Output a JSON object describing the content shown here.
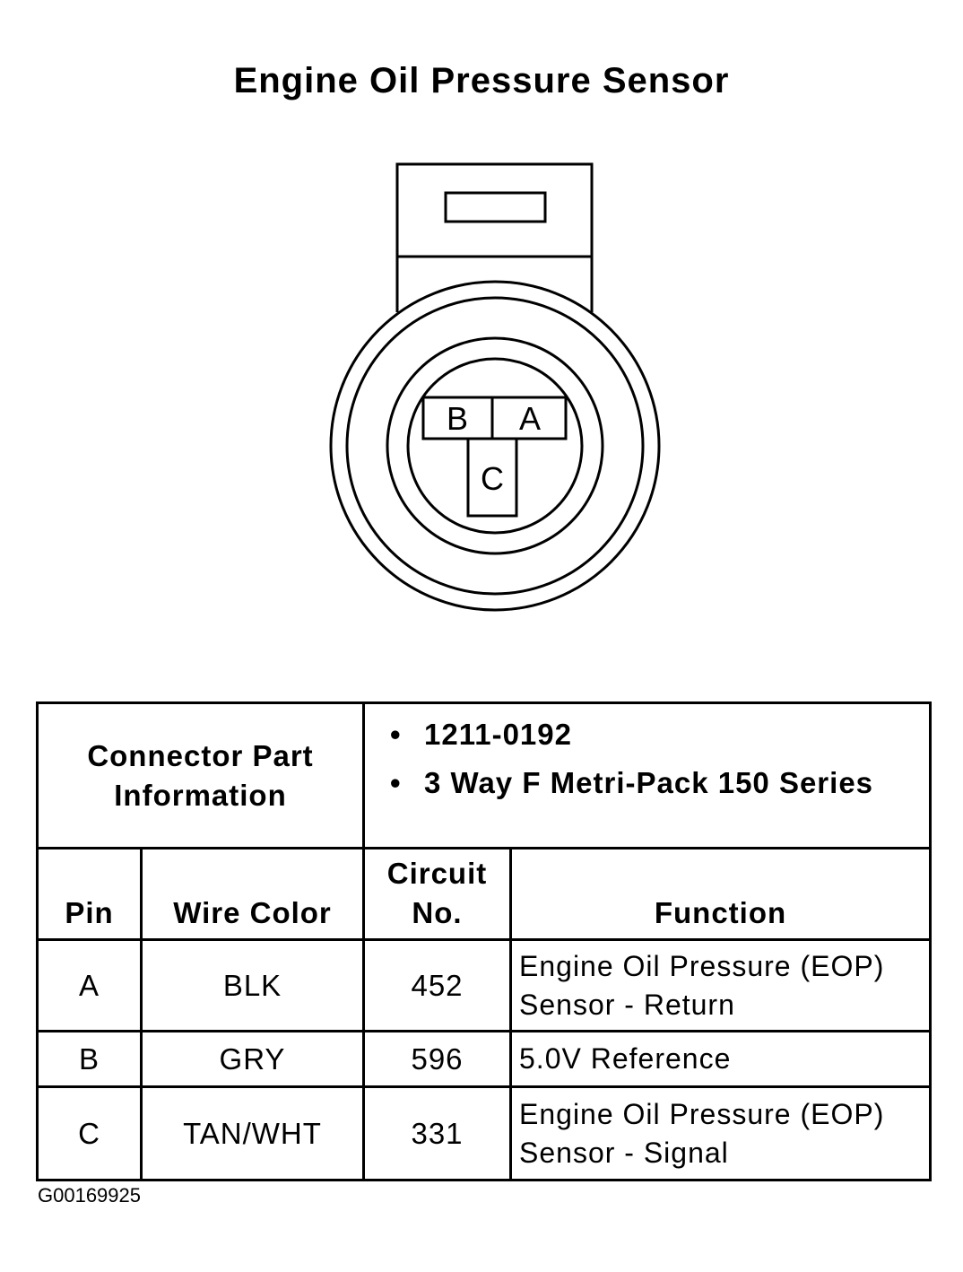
{
  "title": "Engine Oil Pressure Sensor",
  "connector": {
    "pins": {
      "b": "B",
      "a": "A",
      "c": "C"
    }
  },
  "table": {
    "part_info_label": "Connector Part Information",
    "part_info_values": [
      "1211-0192",
      "3 Way F Metri-Pack 150 Series"
    ],
    "columns": {
      "pin": "Pin",
      "wire_color": "Wire Color",
      "circuit_no": "Circuit No.",
      "function": "Function"
    },
    "rows": [
      {
        "pin": "A",
        "wire_color": "BLK",
        "circuit_no": "452",
        "function": "Engine Oil Pressure (EOP) Sensor - Return"
      },
      {
        "pin": "B",
        "wire_color": "GRY",
        "circuit_no": "596",
        "function": "5.0V Reference"
      },
      {
        "pin": "C",
        "wire_color": "TAN/WHT",
        "circuit_no": "331",
        "function": "Engine Oil Pressure (EOP) Sensor - Signal"
      }
    ]
  },
  "figure_code": "G00169925"
}
